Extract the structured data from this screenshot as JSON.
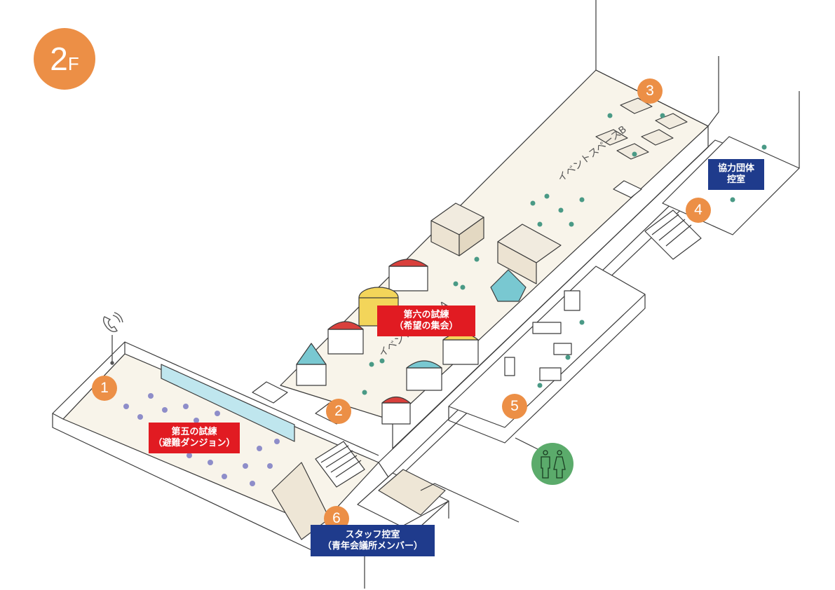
{
  "floor": {
    "number": "2",
    "suffix": "F"
  },
  "colors": {
    "pin_orange": "#ec8f46",
    "label_red": "#e11b22",
    "label_blue": "#1f3b8c",
    "restroom_green": "#5bab6b",
    "floor_beige": "#f8f4ea",
    "stair_tan": "#eee6d6"
  },
  "pins": [
    {
      "id": "1",
      "number": "1"
    },
    {
      "id": "2",
      "number": "2"
    },
    {
      "id": "3",
      "number": "3"
    },
    {
      "id": "4",
      "number": "4"
    },
    {
      "id": "5",
      "number": "5"
    },
    {
      "id": "6",
      "number": "6"
    }
  ],
  "labels": {
    "trial5": {
      "line1": "第五の試練",
      "line2": "（避難ダンジョン）"
    },
    "trial6": {
      "line1": "第六の試練",
      "line2": "（希望の集会）"
    },
    "staff_room": {
      "line1": "スタッフ控室",
      "line2": "（青年会議所メンバー）"
    },
    "partner_room": {
      "line1": "協力団体",
      "line2": "控室"
    }
  },
  "floor_text": {
    "event_space_a": "イベントスペースA",
    "event_space_b": "イベントスペースB"
  },
  "icons": {
    "phone": "phone-icon",
    "restroom": "restroom-icon"
  }
}
